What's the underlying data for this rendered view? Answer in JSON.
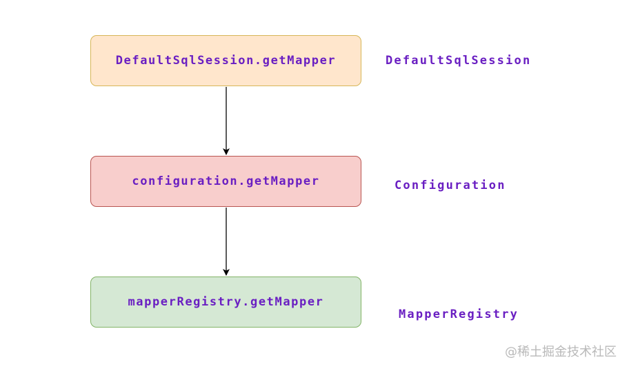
{
  "diagram": {
    "nodes": [
      {
        "id": "n1",
        "label": "DefaultSqlSession.getMapper",
        "fill": "#ffe6cc",
        "stroke": "#d6b656"
      },
      {
        "id": "n2",
        "label": "configuration.getMapper",
        "fill": "#f8cecc",
        "stroke": "#b85450"
      },
      {
        "id": "n3",
        "label": "mapperRegistry.getMapper",
        "fill": "#d5e8d4",
        "stroke": "#82b366"
      }
    ],
    "side_labels": [
      {
        "node": "n1",
        "text": "DefaultSqlSession"
      },
      {
        "node": "n2",
        "text": "Configuration"
      },
      {
        "node": "n3",
        "text": "MapperRegistry"
      }
    ],
    "edges": [
      {
        "from": "n1",
        "to": "n2"
      },
      {
        "from": "n2",
        "to": "n3"
      }
    ],
    "text_color": "#6a1fc2"
  },
  "watermark": "@稀土掘金技术社区"
}
